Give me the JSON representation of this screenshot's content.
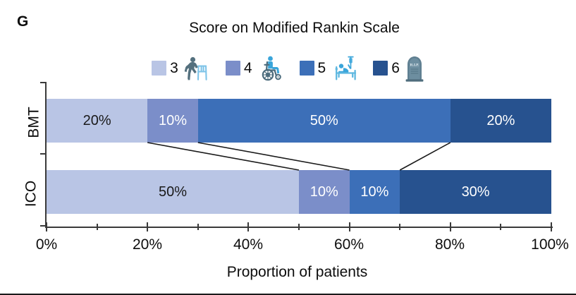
{
  "panel": {
    "letter": "G"
  },
  "title": "Score on Modified Rankin Scale",
  "legend": {
    "items": [
      {
        "label": "3",
        "color": "#b9c5e5",
        "icon": "walker-icon"
      },
      {
        "label": "4",
        "color": "#7b8ec9",
        "icon": "wheelchair-icon"
      },
      {
        "label": "5",
        "color": "#3c6fb8",
        "icon": "hospital-bed-icon"
      },
      {
        "label": "6",
        "color": "#27528f",
        "icon": "tombstone-icon"
      }
    ]
  },
  "axes": {
    "x_title": "Proportion of patients",
    "x_ticks": [
      "0%",
      "20%",
      "40%",
      "60%",
      "80%",
      "100%"
    ],
    "y_ticks": [
      "BMT",
      "ICO"
    ]
  },
  "chart_data": {
    "type": "bar",
    "orientation": "horizontal",
    "stacked": true,
    "normalized": true,
    "title": "Score on Modified Rankin Scale",
    "xlabel": "Proportion of patients",
    "ylabel": "",
    "xlim": [
      0,
      100
    ],
    "xtick_values": [
      0,
      20,
      40,
      60,
      80,
      100
    ],
    "xtick_labels": [
      "0%",
      "20%",
      "40%",
      "60%",
      "80%",
      "100%"
    ],
    "minor_tick_values": [
      10,
      30,
      50,
      70,
      90
    ],
    "grid": false,
    "legend_position": "top",
    "categories": [
      "BMT",
      "ICO"
    ],
    "series": [
      {
        "name": "3",
        "color": "#b9c5e5",
        "values": [
          20,
          50
        ],
        "labels": [
          "20%",
          "50%"
        ],
        "label_colors": [
          "#1a1a1a",
          "#1a1a1a"
        ]
      },
      {
        "name": "4",
        "color": "#7b8ec9",
        "values": [
          10,
          10
        ],
        "labels": [
          "10%",
          "10%"
        ],
        "label_colors": [
          "#ffffff",
          "#ffffff"
        ]
      },
      {
        "name": "5",
        "color": "#3c6fb8",
        "values": [
          50,
          10
        ],
        "labels": [
          "50%",
          "10%"
        ],
        "label_colors": [
          "#ffffff",
          "#ffffff"
        ]
      },
      {
        "name": "6",
        "color": "#27528f",
        "values": [
          20,
          30
        ],
        "labels": [
          "20%",
          "30%"
        ],
        "label_colors": [
          "#ffffff",
          "#ffffff"
        ]
      }
    ],
    "connector_lines": [
      {
        "from_category": "BMT",
        "from_value": 20,
        "to_category": "ICO",
        "to_value": 50
      },
      {
        "from_category": "BMT",
        "from_value": 30,
        "to_category": "ICO",
        "to_value": 60
      },
      {
        "from_category": "BMT",
        "from_value": 80,
        "to_category": "ICO",
        "to_value": 70
      }
    ]
  }
}
